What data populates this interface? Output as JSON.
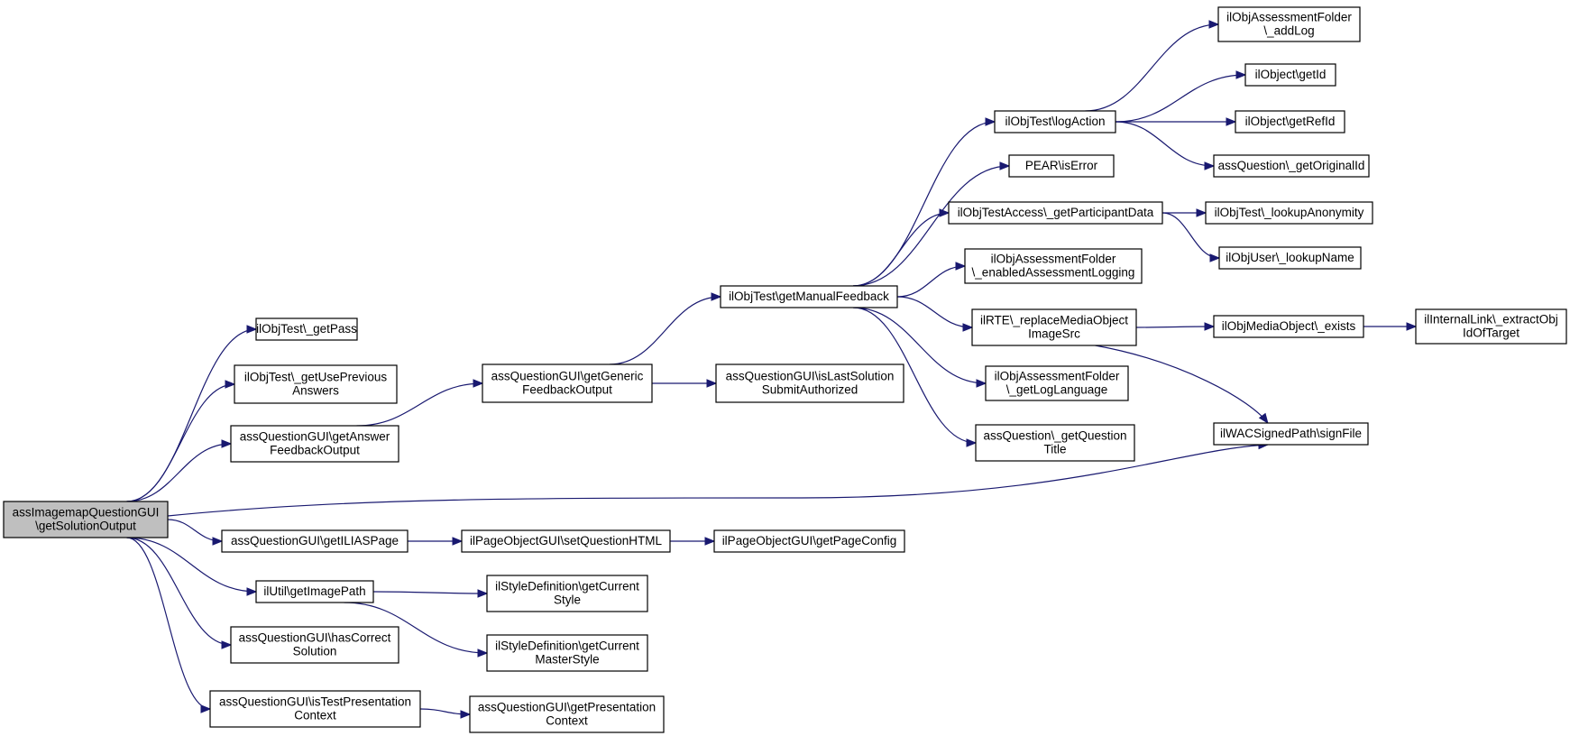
{
  "nodes": [
    {
      "id": "root",
      "lines": [
        "assImagemapQuestionGUI",
        "\\getSolutionOutput"
      ],
      "highlight": true
    },
    {
      "id": "n_getPass",
      "lines": [
        "ilObjTest\\_getPass"
      ]
    },
    {
      "id": "n_getUsePrev",
      "lines": [
        "ilObjTest\\_getUsePrevious",
        "Answers"
      ]
    },
    {
      "id": "n_getAnswerFb",
      "lines": [
        "assQuestionGUI\\getAnswer",
        "FeedbackOutput"
      ]
    },
    {
      "id": "n_getGenericFb",
      "lines": [
        "assQuestionGUI\\getGeneric",
        "FeedbackOutput"
      ]
    },
    {
      "id": "n_isLastSol",
      "lines": [
        "assQuestionGUI\\isLastSolution",
        "SubmitAuthorized"
      ]
    },
    {
      "id": "n_getManualFb",
      "lines": [
        "ilObjTest\\getManualFeedback"
      ]
    },
    {
      "id": "n_logAction",
      "lines": [
        "ilObjTest\\logAction"
      ]
    },
    {
      "id": "n_addLog",
      "lines": [
        "ilObjAssessmentFolder",
        "\\_addLog"
      ]
    },
    {
      "id": "n_getId",
      "lines": [
        "ilObject\\getId"
      ]
    },
    {
      "id": "n_getRefId",
      "lines": [
        "ilObject\\getRefId"
      ]
    },
    {
      "id": "n_getOrigId",
      "lines": [
        "assQuestion\\_getOriginalId"
      ]
    },
    {
      "id": "n_isError",
      "lines": [
        "PEAR\\isError"
      ]
    },
    {
      "id": "n_getPartData",
      "lines": [
        "ilObjTestAccess\\_getParticipantData"
      ]
    },
    {
      "id": "n_lookupAnon",
      "lines": [
        "ilObjTest\\_lookupAnonymity"
      ]
    },
    {
      "id": "n_lookupName",
      "lines": [
        "ilObjUser\\_lookupName"
      ]
    },
    {
      "id": "n_enabledLog",
      "lines": [
        "ilObjAssessmentFolder",
        "\\_enabledAssessmentLogging"
      ]
    },
    {
      "id": "n_replaceMedia",
      "lines": [
        "ilRTE\\_replaceMediaObject",
        "ImageSrc"
      ]
    },
    {
      "id": "n_exists",
      "lines": [
        "ilObjMediaObject\\_exists"
      ]
    },
    {
      "id": "n_extractObj",
      "lines": [
        "ilInternalLink\\_extractObj",
        "IdOfTarget"
      ]
    },
    {
      "id": "n_getLogLang",
      "lines": [
        "ilObjAssessmentFolder",
        "\\_getLogLanguage"
      ]
    },
    {
      "id": "n_getQTitle",
      "lines": [
        "assQuestion\\_getQuestion",
        "Title"
      ]
    },
    {
      "id": "n_signFile",
      "lines": [
        "ilWACSignedPath\\signFile"
      ]
    },
    {
      "id": "n_getILIASPage",
      "lines": [
        "assQuestionGUI\\getILIASPage"
      ]
    },
    {
      "id": "n_setQHTML",
      "lines": [
        "ilPageObjectGUI\\setQuestionHTML"
      ]
    },
    {
      "id": "n_getPageConfig",
      "lines": [
        "ilPageObjectGUI\\getPageConfig"
      ]
    },
    {
      "id": "n_getImagePath",
      "lines": [
        "ilUtil\\getImagePath"
      ]
    },
    {
      "id": "n_getCurStyle",
      "lines": [
        "ilStyleDefinition\\getCurrent",
        "Style"
      ]
    },
    {
      "id": "n_getCurMaster",
      "lines": [
        "ilStyleDefinition\\getCurrent",
        "MasterStyle"
      ]
    },
    {
      "id": "n_hasCorrect",
      "lines": [
        "assQuestionGUI\\hasCorrect",
        "Solution"
      ]
    },
    {
      "id": "n_isTestPres",
      "lines": [
        "assQuestionGUI\\isTestPresentation",
        "Context"
      ]
    },
    {
      "id": "n_getPresCtx",
      "lines": [
        "assQuestionGUI\\getPresentation",
        "Context"
      ]
    }
  ],
  "edges": [
    [
      "root",
      "n_getPass"
    ],
    [
      "root",
      "n_getUsePrev"
    ],
    [
      "root",
      "n_getAnswerFb"
    ],
    [
      "root",
      "n_signFile"
    ],
    [
      "root",
      "n_getILIASPage"
    ],
    [
      "root",
      "n_getImagePath"
    ],
    [
      "root",
      "n_hasCorrect"
    ],
    [
      "root",
      "n_isTestPres"
    ],
    [
      "n_getAnswerFb",
      "n_getGenericFb"
    ],
    [
      "n_getGenericFb",
      "n_getManualFb"
    ],
    [
      "n_getGenericFb",
      "n_isLastSol"
    ],
    [
      "n_getManualFb",
      "n_logAction"
    ],
    [
      "n_getManualFb",
      "n_isError"
    ],
    [
      "n_getManualFb",
      "n_getPartData"
    ],
    [
      "n_getManualFb",
      "n_enabledLog"
    ],
    [
      "n_getManualFb",
      "n_replaceMedia"
    ],
    [
      "n_getManualFb",
      "n_getLogLang"
    ],
    [
      "n_getManualFb",
      "n_getQTitle"
    ],
    [
      "n_logAction",
      "n_addLog"
    ],
    [
      "n_logAction",
      "n_getId"
    ],
    [
      "n_logAction",
      "n_getRefId"
    ],
    [
      "n_logAction",
      "n_getOrigId"
    ],
    [
      "n_getPartData",
      "n_lookupAnon"
    ],
    [
      "n_getPartData",
      "n_lookupName"
    ],
    [
      "n_replaceMedia",
      "n_exists"
    ],
    [
      "n_replaceMedia",
      "n_signFile"
    ],
    [
      "n_exists",
      "n_extractObj"
    ],
    [
      "n_getILIASPage",
      "n_setQHTML"
    ],
    [
      "n_setQHTML",
      "n_getPageConfig"
    ],
    [
      "n_getImagePath",
      "n_getCurStyle"
    ],
    [
      "n_getImagePath",
      "n_getCurMaster"
    ],
    [
      "n_isTestPres",
      "n_getPresCtx"
    ]
  ]
}
